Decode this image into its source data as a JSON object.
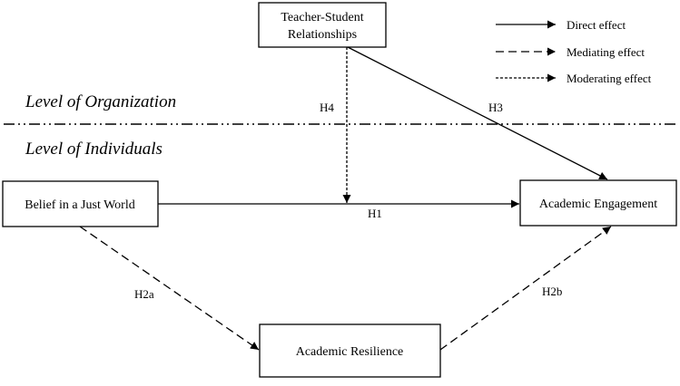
{
  "nodes": {
    "teacher_student": {
      "line1": "Teacher-Student",
      "line2": "Relationships"
    },
    "belief_just_world": {
      "label": "Belief in a Just World"
    },
    "academic_engagement": {
      "label": "Academic Engagement"
    },
    "academic_resilience": {
      "label": "Academic Resilience"
    }
  },
  "levels": {
    "organization": "Level of Organization",
    "individuals": "Level of Individuals"
  },
  "edges": {
    "h1": "H1",
    "h2a": "H2a",
    "h2b": "H2b",
    "h3": "H3",
    "h4": "H4"
  },
  "legend": {
    "direct": "Direct effect",
    "mediating": "Mediating effect",
    "moderating": "Moderating effect"
  }
}
